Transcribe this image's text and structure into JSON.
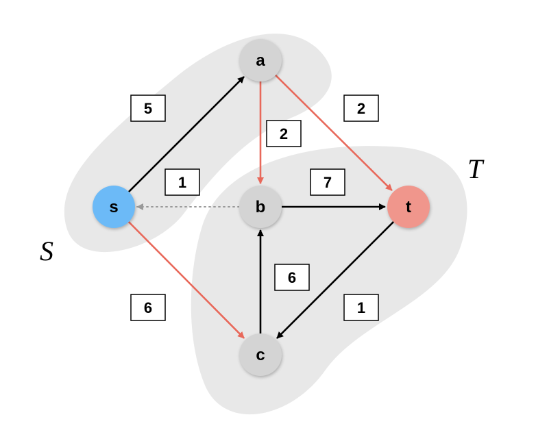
{
  "regions": [
    {
      "id": "S",
      "label": "S",
      "fill": "#e8e8e8"
    },
    {
      "id": "T",
      "label": "T",
      "fill": "#e8e8e8"
    }
  ],
  "nodes": [
    {
      "id": "a",
      "label": "a",
      "fill": "#d4d4d4"
    },
    {
      "id": "s",
      "label": "s",
      "fill": "#6cbaf7"
    },
    {
      "id": "b",
      "label": "b",
      "fill": "#d4d4d4"
    },
    {
      "id": "t",
      "label": "t",
      "fill": "#f0968c"
    },
    {
      "id": "c",
      "label": "c",
      "fill": "#d4d4d4"
    }
  ],
  "edges": [
    {
      "from": "s",
      "to": "a",
      "weight": "5",
      "style": "solid",
      "color": "#000000"
    },
    {
      "from": "a",
      "to": "b",
      "weight": "2",
      "style": "solid",
      "color": "#e8685a"
    },
    {
      "from": "a",
      "to": "t",
      "weight": "2",
      "style": "solid",
      "color": "#e8685a"
    },
    {
      "from": "b",
      "to": "s",
      "weight": "1",
      "style": "dotted",
      "color": "#999999"
    },
    {
      "from": "b",
      "to": "t",
      "weight": "7",
      "style": "solid",
      "color": "#000000"
    },
    {
      "from": "c",
      "to": "b",
      "weight": "6",
      "style": "solid",
      "color": "#000000"
    },
    {
      "from": "s",
      "to": "c",
      "weight": "6",
      "style": "solid",
      "color": "#e8685a"
    },
    {
      "from": "t",
      "to": "c",
      "weight": "1",
      "style": "solid",
      "color": "#000000"
    }
  ]
}
